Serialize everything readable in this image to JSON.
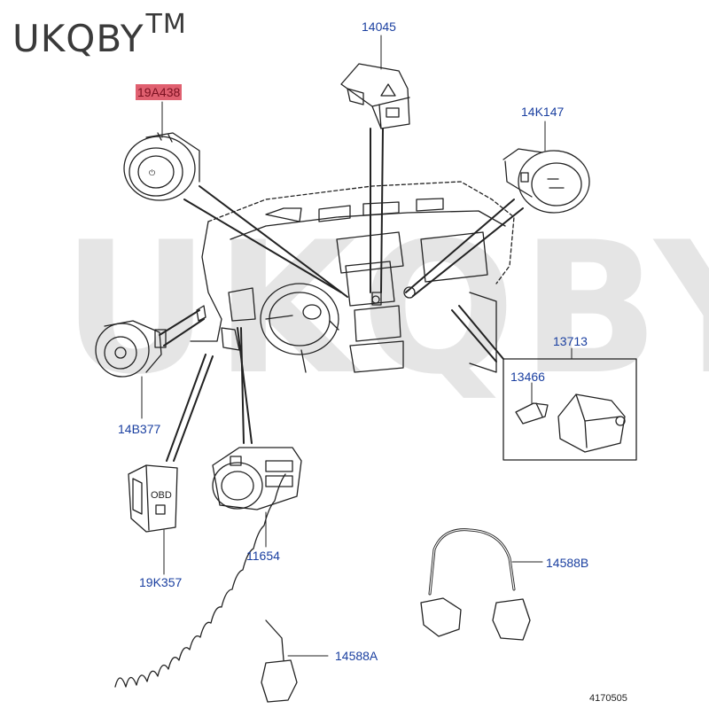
{
  "brand": {
    "name": "UKQBY",
    "mark": "TM"
  },
  "watermark": {
    "text": "UKQBY TM"
  },
  "diagram": {
    "drawing_number": "4170505",
    "highlight_color": "#e06070",
    "label_color": "#1a3fa0"
  },
  "callouts": {
    "c1": "19A438",
    "c2": "14045",
    "c3": "14K147",
    "c4": "14B377",
    "c5": "13713",
    "c6": "13466",
    "c7": "19K357",
    "c8": "11654",
    "c9": "14588B",
    "c10": "14588A"
  },
  "parts": {
    "ignition_switch": "start-button-icon",
    "hazard_switch": "hazard-switch-icon",
    "heated_switch": "round-switch-icon",
    "mirror_switch": "rotary-switch-icon",
    "obd_socket": "obd-connector-icon",
    "light_switch": "headlamp-switch-icon",
    "bulb": "bulb-icon",
    "coil_cable": "coiled-cable-icon"
  }
}
